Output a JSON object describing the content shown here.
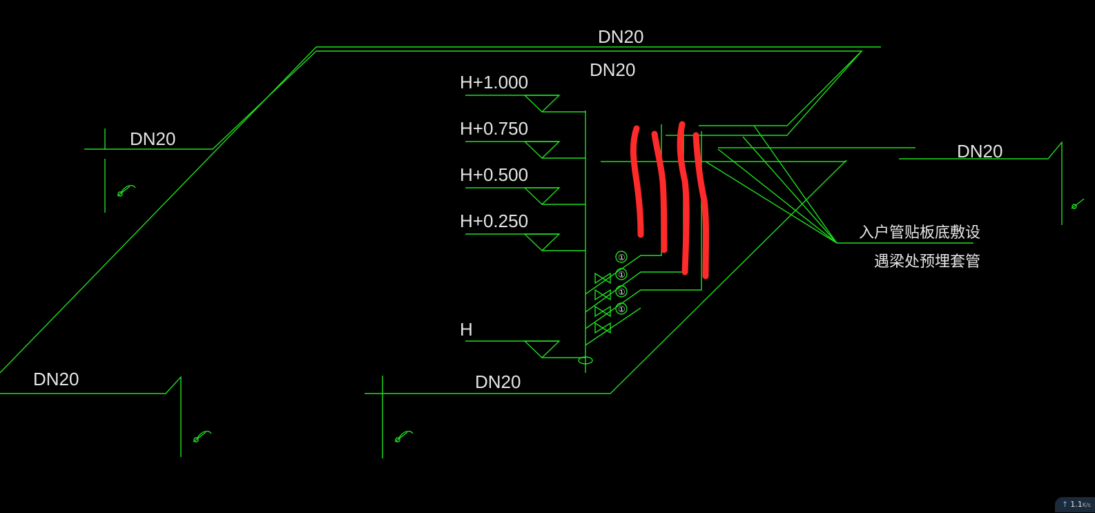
{
  "labels": {
    "dn_top": "DN20",
    "dn_top2": "DN20",
    "dn_left": "DN20",
    "dn_right": "DN20",
    "dn_bottom_left": "DN20",
    "dn_bottom_mid": "DN20"
  },
  "elevations": {
    "h1000": "H+1.000",
    "h0750": "H+0.750",
    "h0500": "H+0.500",
    "h0250": "H+0.250",
    "h": "H"
  },
  "annotation": {
    "line1": "入户管贴板底敷设",
    "line2": "遇梁处预埋套管"
  },
  "meter_mark": "①",
  "network_widget": {
    "speed": "1.1",
    "unit": "K/s"
  },
  "colors": {
    "background": "#000000",
    "pipe": "#20e020",
    "text": "#e6e6e6",
    "markup": "#ff2a2a"
  }
}
